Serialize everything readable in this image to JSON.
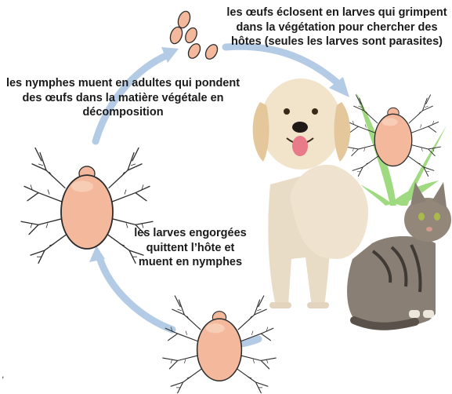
{
  "labels": {
    "eggs_hatch": "les œufs éclosent en larves qui grimpent dans la végétation pour chercher des hôtes (seules les larves sont parasites)",
    "nymphs_molt": "les nymphes muent en adultes qui pondent des œufs dans la matière végétale en décomposition",
    "larvae_engorged": "les larves engorgées quittent l’hôte et muent en nymphes"
  },
  "stray_mark": ",",
  "colors": {
    "arrow": "#b4cbe6",
    "mite_body": "#f4b99c",
    "mite_outline": "#2b2b2b",
    "egg": "#f4b99c",
    "grass": "#8fd36a",
    "label_text": "#1a1a1a"
  },
  "icons": [
    "egg-cluster",
    "adult-mite",
    "larva-on-grass",
    "engorged-larva",
    "dog",
    "cat"
  ]
}
